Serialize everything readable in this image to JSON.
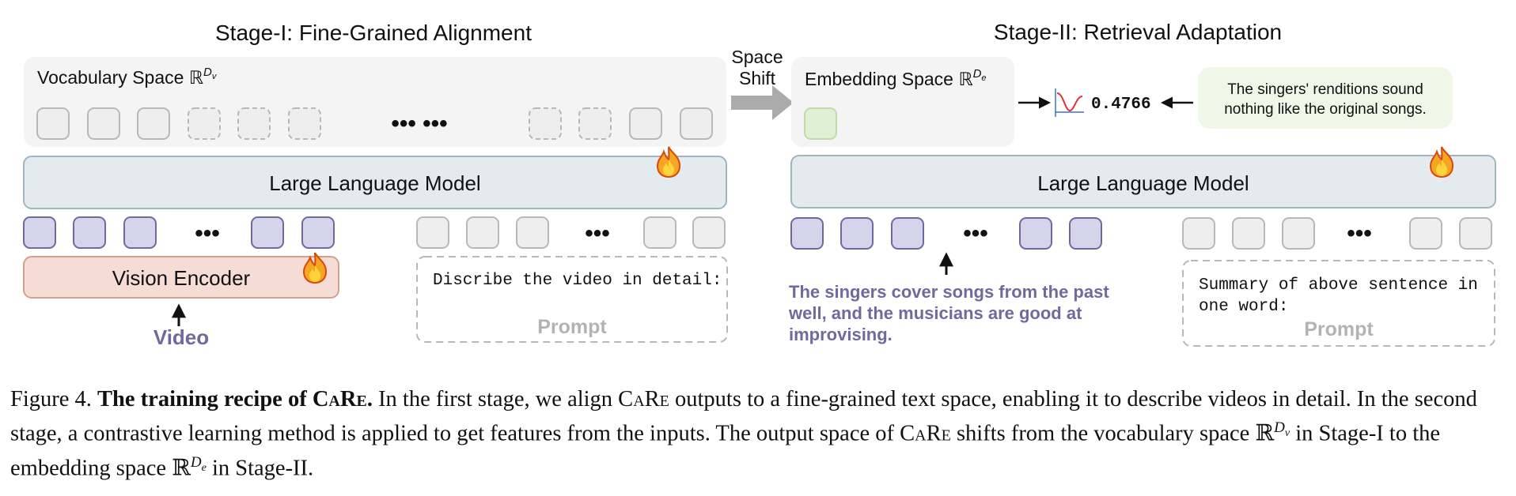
{
  "stage1": {
    "title": "Stage-I: Fine-Grained Alignment",
    "vocab_label": "Vocabulary Space ℝ",
    "vocab_sup": "D",
    "vocab_sub": "v",
    "output_dots": "••• •••",
    "llm_label": "Large Language Model",
    "vision_encoder_label": "Vision Encoder",
    "video_label": "Video",
    "prompt_text": "Discribe the video in detail:",
    "prompt_label": "Prompt",
    "input_dots": "•••",
    "prompt_dots": "•••"
  },
  "shift": {
    "line1": "Space",
    "line2": "Shift"
  },
  "stage2": {
    "title": "Stage-II: Retrieval Adaptation",
    "embed_label": "Embedding Space ℝ",
    "embed_sup": "D",
    "embed_sub": "e",
    "score": "0.4766",
    "quote_line1": "The singers' renditions sound",
    "quote_line2": "nothing like the original songs.",
    "llm_label": "Large Language Model",
    "text_line1": "The singers cover songs from the past",
    "text_line2": "well, and the musicians are good at",
    "text_line3": "improvising.",
    "prompt_text_line1": "Summary of above sentence in",
    "prompt_text_line2": "one word:",
    "prompt_label": "Prompt",
    "input_dots": "•••",
    "prompt_dots": "•••"
  },
  "icons": [
    "flame-icon",
    "similarity-curve-icon",
    "arrow-icon"
  ],
  "colors": {
    "purple_token": "#d5d4ea",
    "purple_border": "#6f6a9e",
    "gray_token": "#eeeeee",
    "gray_border": "#b8b8b8",
    "green_token": "#dff0d4",
    "green_border": "#bcdcaa",
    "llm_fill": "#e3ebee",
    "llm_border": "#9fb6bf",
    "encoder_fill": "#f5ddd6",
    "encoder_border": "#d4a08e",
    "space_fill": "#f4f4f4",
    "quote_fill": "#eef7e8"
  },
  "caption": {
    "fig": "Figure 4.",
    "bold_a": "The training recipe of C",
    "bold_sc1": "a",
    "bold_b": "R",
    "bold_sc2": "e",
    "bold_end": ".",
    "t1": " In the first stage, we align C",
    "t1_sc": "a",
    "t1_r": "R",
    "t1_sc2": "e",
    "t2": " outputs to a fine-grained text space, enabling it to describe videos in detail. In the second stage, a contrastive learning method is applied to get features from the inputs. The output space of C",
    "t2_sc": "a",
    "t2_r": "R",
    "t2_sc2": "e",
    "t3": " shifts from the vocabulary space ",
    "bb1": "ℝ",
    "sup1": "D",
    "sub1": "v",
    "t4": " in Stage-I to the embedding space ",
    "bb2": "ℝ",
    "sup2": "D",
    "sub2": "e",
    "t5": " in Stage-II."
  }
}
